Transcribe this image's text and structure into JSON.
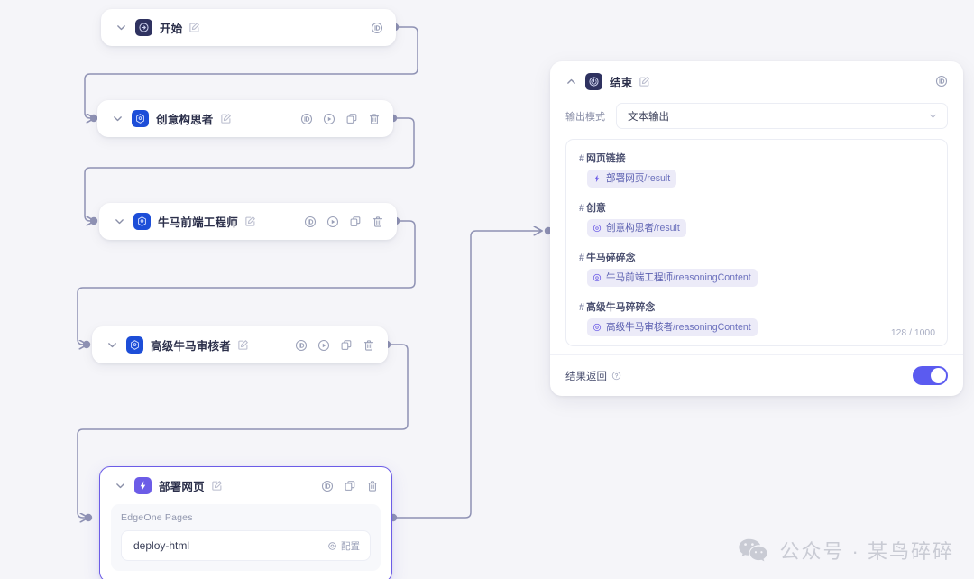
{
  "nodes": [
    {
      "id": "start",
      "title": "开始",
      "icon": "start-arrow-icon",
      "icon_style": "dark",
      "actions": [
        "id-badge-icon",
        "edit-icon"
      ],
      "collapsed_chevron": "chevron-down-icon"
    },
    {
      "id": "creative",
      "title": "创意构思者",
      "icon": "agent-hex-icon",
      "icon_style": "blue",
      "actions": [
        "id-badge-icon",
        "run-icon",
        "copy-icon",
        "delete-icon"
      ]
    },
    {
      "id": "frontend",
      "title": "牛马前端工程师",
      "icon": "agent-hex-icon",
      "icon_style": "blue",
      "actions": [
        "id-badge-icon",
        "run-icon",
        "copy-icon",
        "delete-icon"
      ]
    },
    {
      "id": "reviewer",
      "title": "高级牛马审核者",
      "icon": "agent-hex-icon",
      "icon_style": "blue",
      "actions": [
        "id-badge-icon",
        "run-icon",
        "copy-icon",
        "delete-icon"
      ]
    },
    {
      "id": "deploy",
      "title": "部署网页",
      "icon": "lightning-icon",
      "icon_style": "purple",
      "actions": [
        "id-badge-icon",
        "copy-icon",
        "delete-icon"
      ],
      "subtitle": "EdgeOne Pages",
      "field_value": "deploy-html",
      "config_label": "配置",
      "config_icon": "gear-icon",
      "selected": true
    }
  ],
  "end_panel": {
    "title": "结束",
    "icon": "power-icon",
    "header_action": "id-badge-icon",
    "mode_label": "输出模式",
    "mode_value": "文本输出",
    "variables": [
      {
        "heading": "网页链接",
        "source": "部署网页",
        "field": "/result",
        "icon": "lightning-small-icon"
      },
      {
        "heading": "创意",
        "source": "创意构思者",
        "field": "/result",
        "icon": "agent-small-icon"
      },
      {
        "heading": "牛马碎碎念",
        "source": "牛马前端工程师",
        "field": "/reasoningContent",
        "icon": "agent-small-icon"
      },
      {
        "heading": "高级牛马碎碎念",
        "source": "高级牛马审核者",
        "field": "/reasoningContent",
        "icon": "agent-small-icon"
      }
    ],
    "counter": "128 / 1000",
    "footer_label": "结果返回",
    "footer_help_icon": "help-circle-icon",
    "toggle_on": true
  },
  "watermark": {
    "icon": "wechat-icon",
    "text": "公众号 · 某鸟碎碎"
  },
  "colors": {
    "canvas": "#f5f5f9",
    "accent": "#6c5ce7",
    "toggle_on": "#5b5bf0",
    "agent_icon": "#1d4ed8",
    "start_end_icon": "#2f3260",
    "edge": "#8f92b4",
    "pill_bg": "#ecebf8"
  }
}
